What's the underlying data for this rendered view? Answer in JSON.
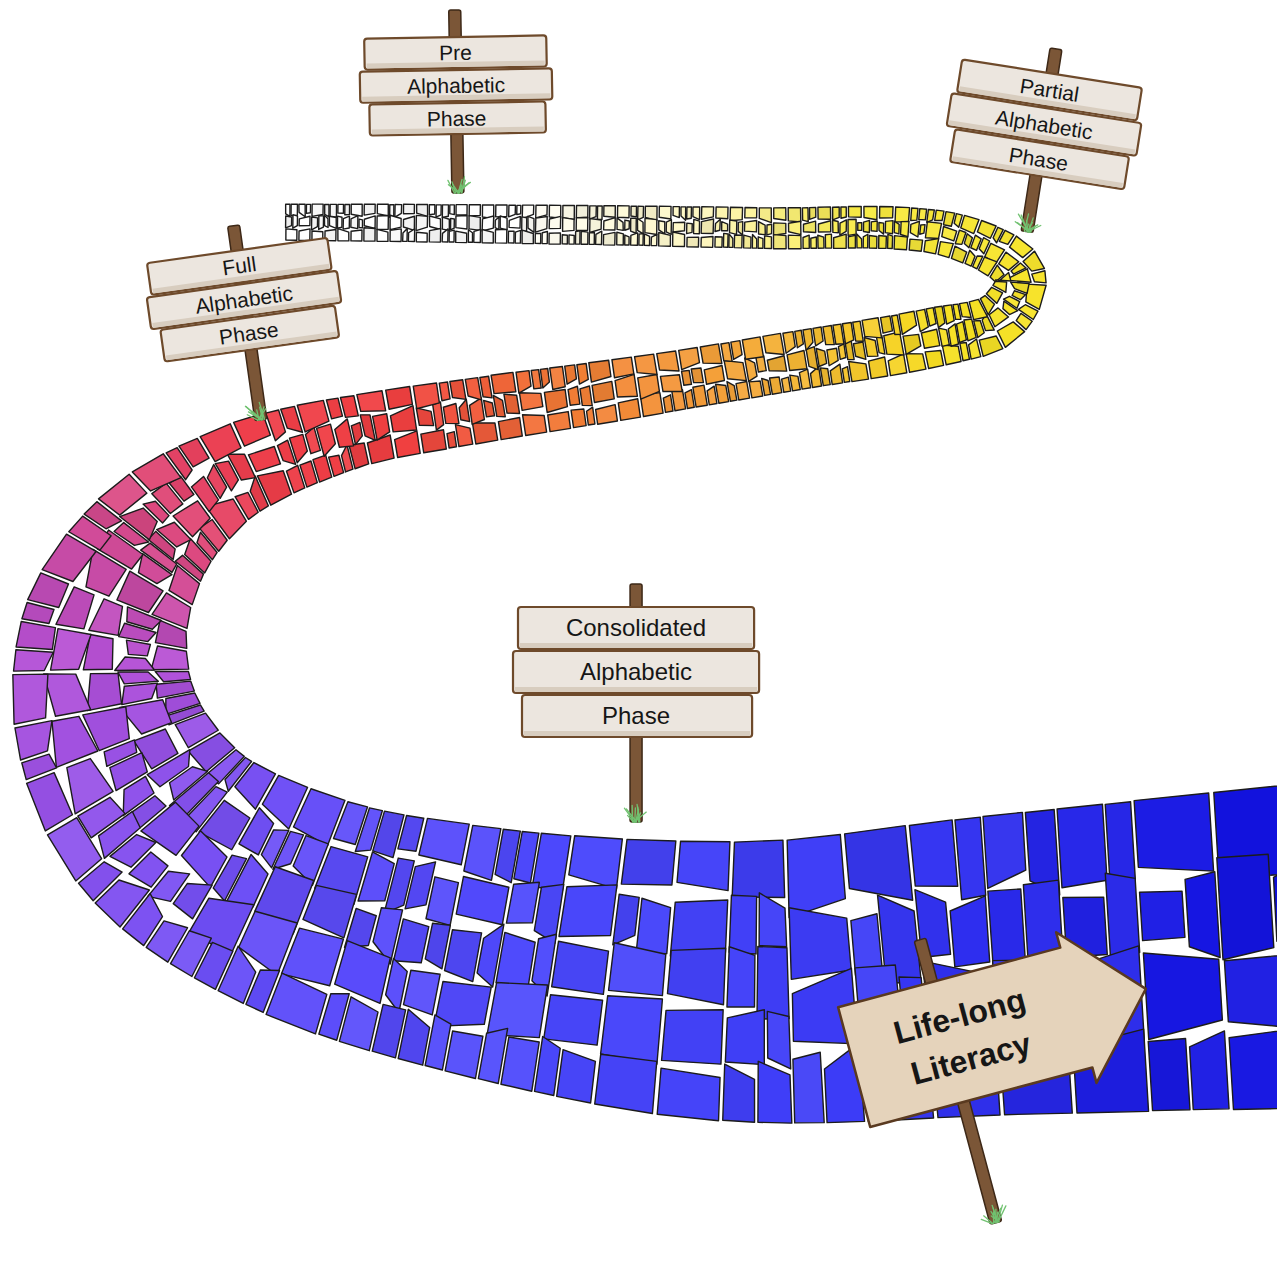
{
  "diagram": {
    "nodes": [
      {
        "text": [
          "Pre Alphabetic Phase"
        ]
      },
      {
        "text": [
          "Partial Alphabetic Phase"
        ]
      },
      {
        "text": [
          "Full Alphabetic Phase"
        ]
      },
      {
        "text": [
          "Consolidated Alphabetic Phase"
        ]
      },
      {
        "text": [
          "Life-long Literacy"
        ]
      }
    ]
  }
}
